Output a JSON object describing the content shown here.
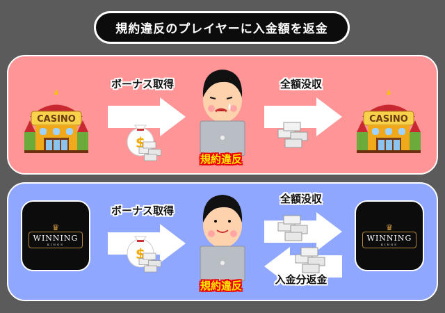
{
  "title": "規約違反のプレイヤーに入金額を返金",
  "top_panel": {
    "casino_sign": "CASINO",
    "bonus_label": "ボーナス取得",
    "violation_label": "規約違反",
    "confiscate_label": "全額没収"
  },
  "bottom_panel": {
    "logo_name": "WINNING",
    "logo_sub": "KINGS",
    "bonus_label": "ボーナス取得",
    "violation_label": "規約違反",
    "confiscate_label": "全額没収",
    "refund_label": "入金分返金"
  },
  "colors": {
    "background": "#5b5b5b",
    "top_panel": "#ff9596",
    "bottom_panel": "#8fa7ff",
    "violation_text": "#ffeb00",
    "violation_outline": "#ee0000"
  }
}
